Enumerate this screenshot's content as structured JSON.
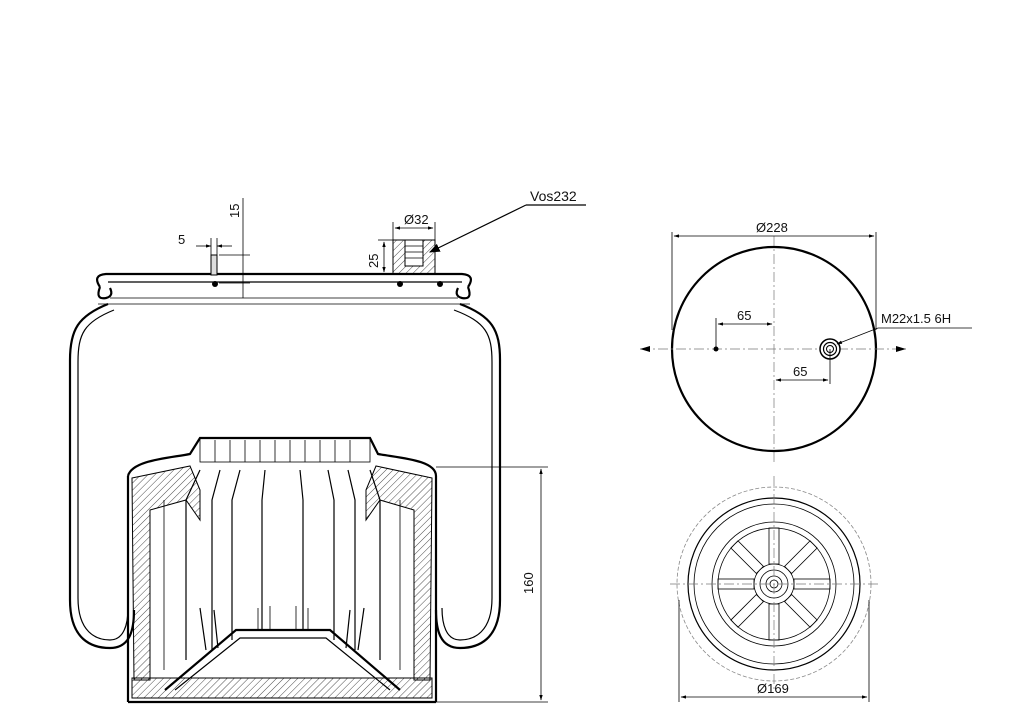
{
  "side_view": {
    "bolt_offset": "5",
    "bolt_height": "15",
    "fitting_diameter": "Ø32",
    "fitting_height": "25",
    "fitting_callout": "Vos232",
    "piston_height": "160"
  },
  "top_view": {
    "plate_diameter": "Ø228",
    "left_offset": "65",
    "right_offset": "65",
    "thread_callout": "M22x1.5 6H"
  },
  "bottom_view": {
    "piston_diameter": "Ø169"
  }
}
